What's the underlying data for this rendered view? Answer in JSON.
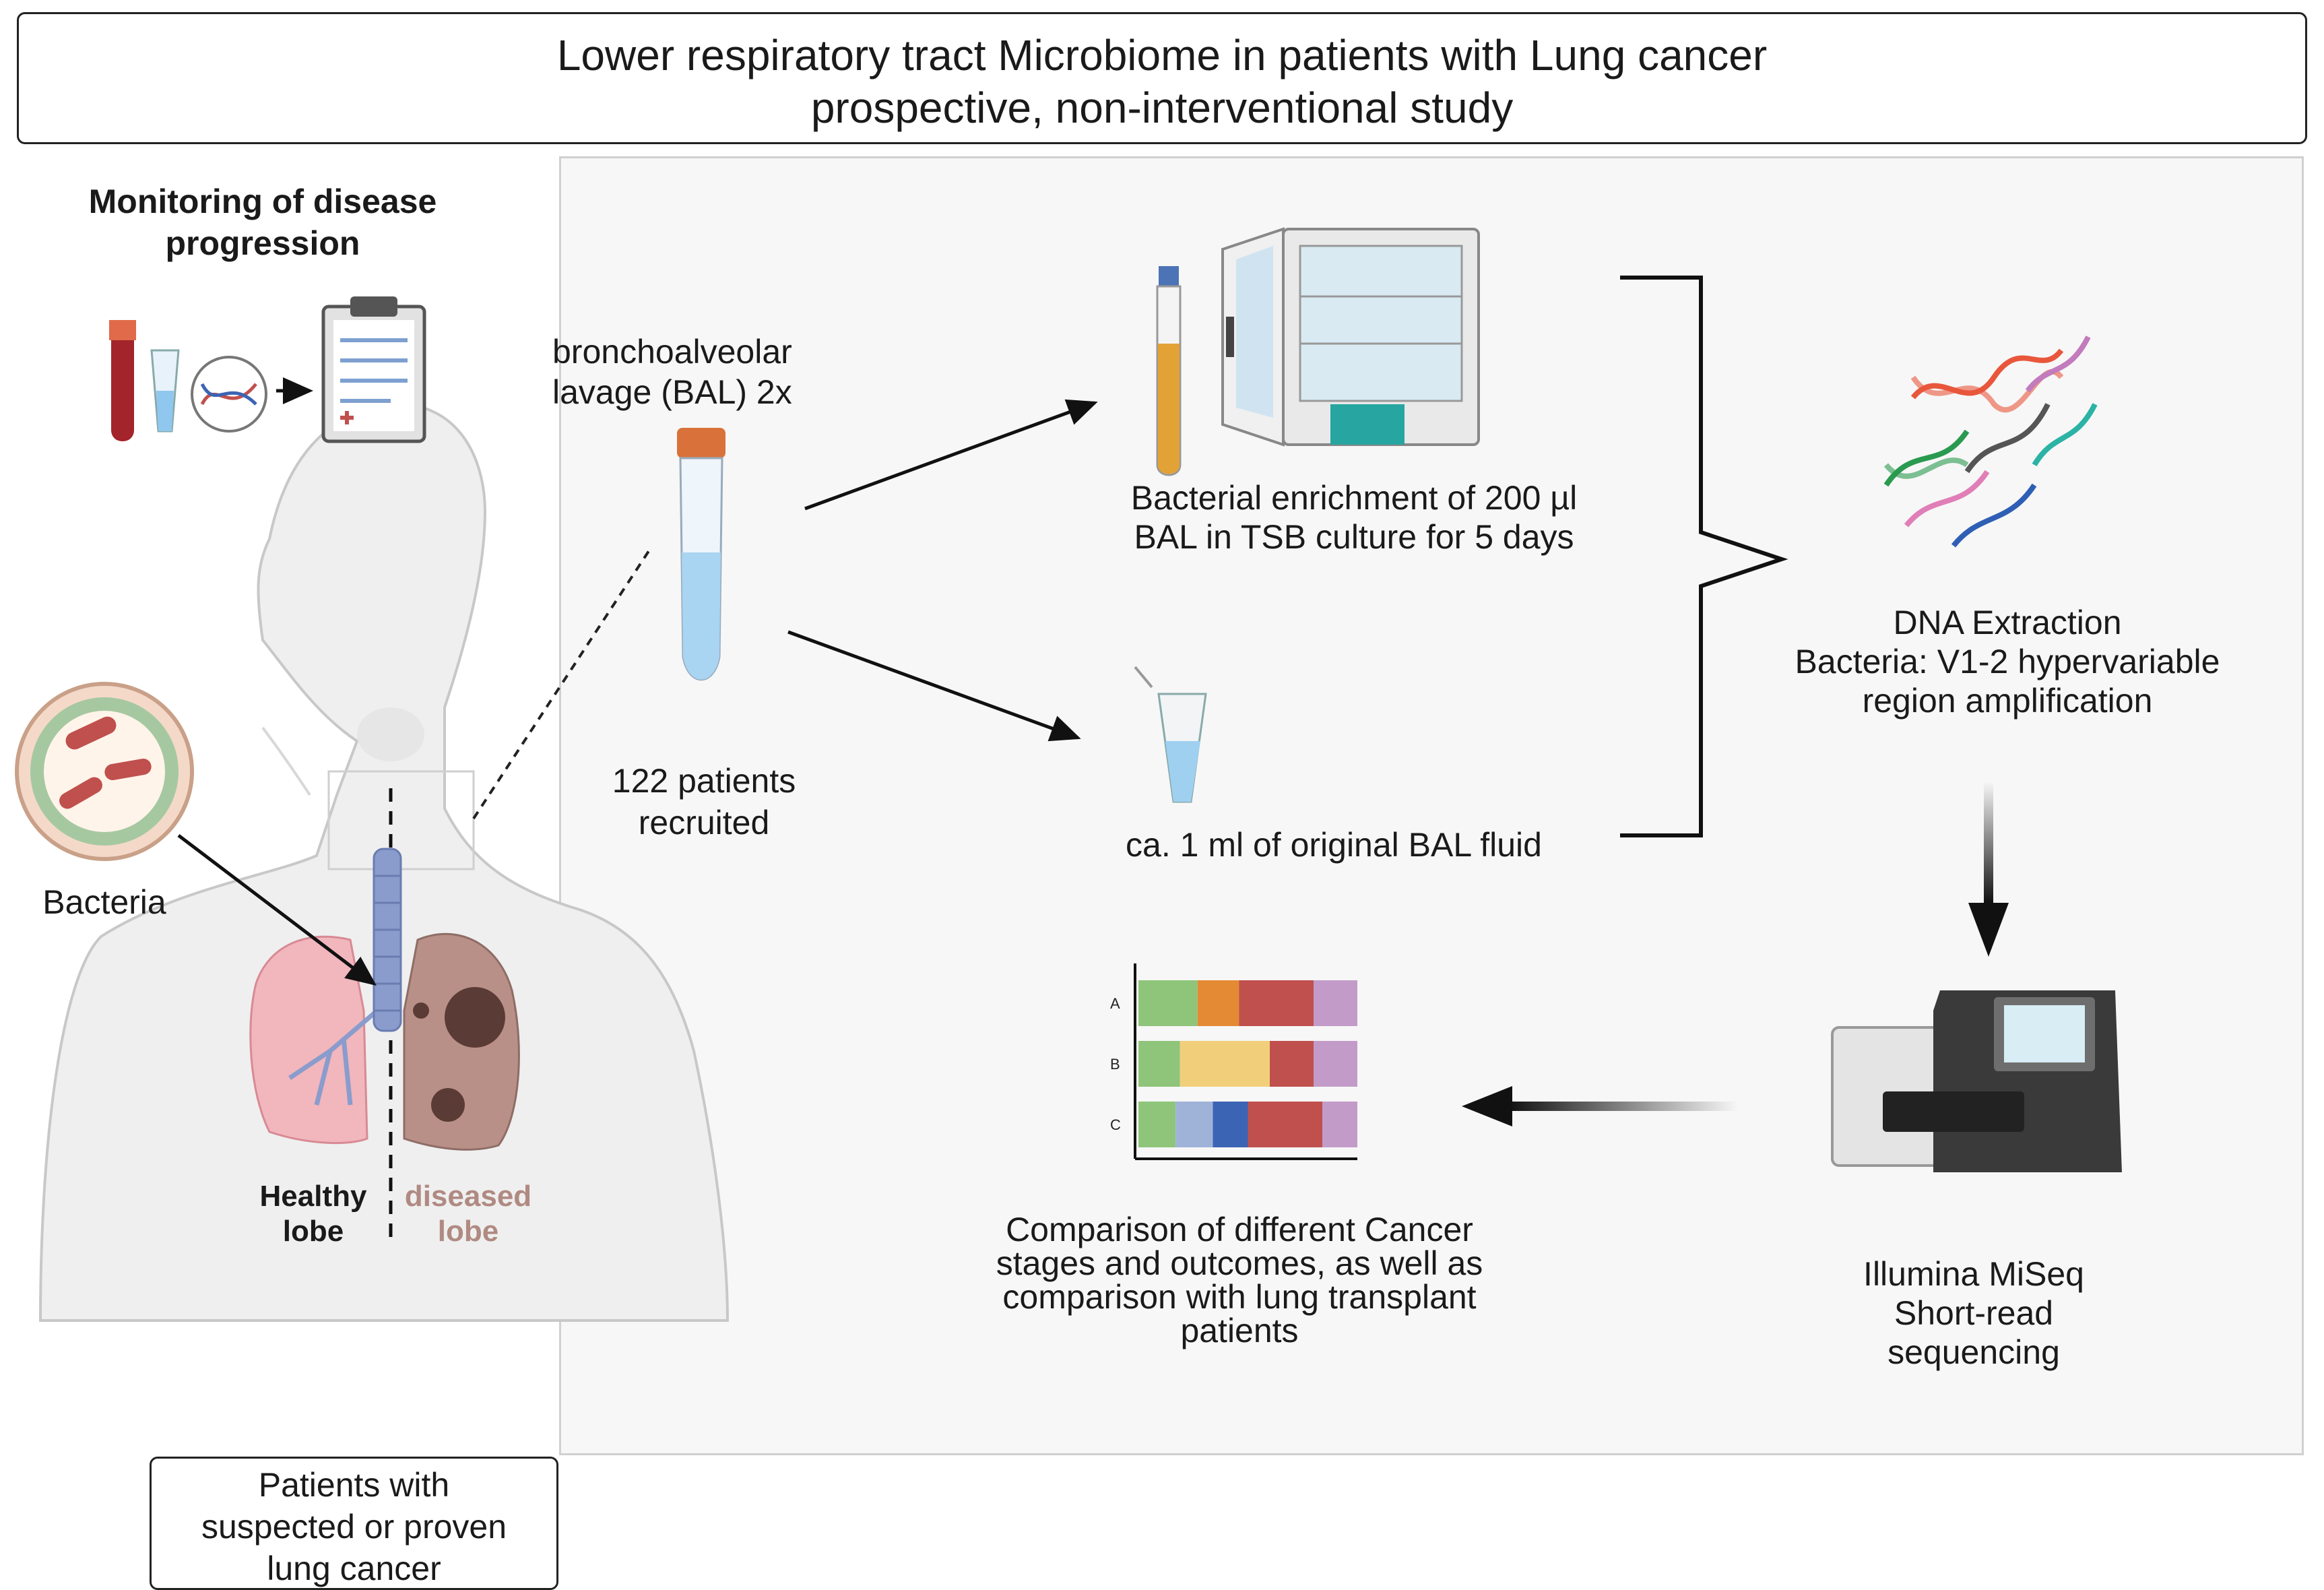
{
  "title": {
    "line1": "Lower respiratory tract Microbiome in patients with Lung cancer",
    "line2": "prospective, non-interventional study"
  },
  "monitoring": {
    "line1": "Monitoring of disease",
    "line2": "progression"
  },
  "bacteria_label": "Bacteria",
  "lobes": {
    "healthy_line1": "Healthy",
    "healthy_line2": "lobe",
    "diseased_line1": "diseased",
    "diseased_line2": "lobe"
  },
  "patients_box": {
    "line1": "Patients with",
    "line2": "suspected or proven",
    "line3": "lung cancer"
  },
  "bal": {
    "line1": "bronchoalveolar",
    "line2": "lavage (BAL) 2x"
  },
  "recruited": {
    "line1": "122 patients",
    "line2": "recruited"
  },
  "enrichment": {
    "line1": "Bacterial enrichment of 200 µl",
    "line2": "BAL in TSB culture for 5 days"
  },
  "original_fluid": "ca. 1 ml of original BAL fluid",
  "dna": {
    "line1": "DNA Extraction",
    "line2": "Bacteria: V1-2 hypervariable",
    "line3": "region amplification"
  },
  "sequencing": {
    "line1": "Illumina MiSeq",
    "line2": "Short-read",
    "line3": "sequencing"
  },
  "comparison": {
    "line1": "Comparison of different Cancer",
    "line2": "stages and outcomes, as well as",
    "line3": "comparison with lung transplant",
    "line4": "patients"
  },
  "colors": {
    "green": "#8ec57a",
    "orange": "#e58a34",
    "red": "#c0504d",
    "purple": "#c39bc9",
    "yellow": "#f1cf7a",
    "lightblue": "#9fb3d9",
    "blue": "#3c64b4",
    "lung_healthy": "#f2b6bd",
    "lung_diseased": "#b99088",
    "trachea": "#8a9ccc"
  },
  "chart_data": {
    "type": "bar",
    "categories": [
      "A",
      "B",
      "C"
    ],
    "stacked": true,
    "orientation": "horizontal",
    "series": [
      {
        "color": "#8ec57a",
        "values": [
          0.27,
          0.19,
          0.17
        ]
      },
      {
        "color": "#e58a34",
        "values": [
          0.19,
          0,
          0
        ]
      },
      {
        "color": "#f1cf7a",
        "values": [
          0,
          0.41,
          0
        ]
      },
      {
        "color": "#9fb3d9",
        "values": [
          0,
          0,
          0.17
        ]
      },
      {
        "color": "#3c64b4",
        "values": [
          0,
          0,
          0.16
        ]
      },
      {
        "color": "#c0504d",
        "values": [
          0.34,
          0.2,
          0.34
        ]
      },
      {
        "color": "#c39bc9",
        "values": [
          0.2,
          0.2,
          0.16
        ]
      }
    ]
  }
}
